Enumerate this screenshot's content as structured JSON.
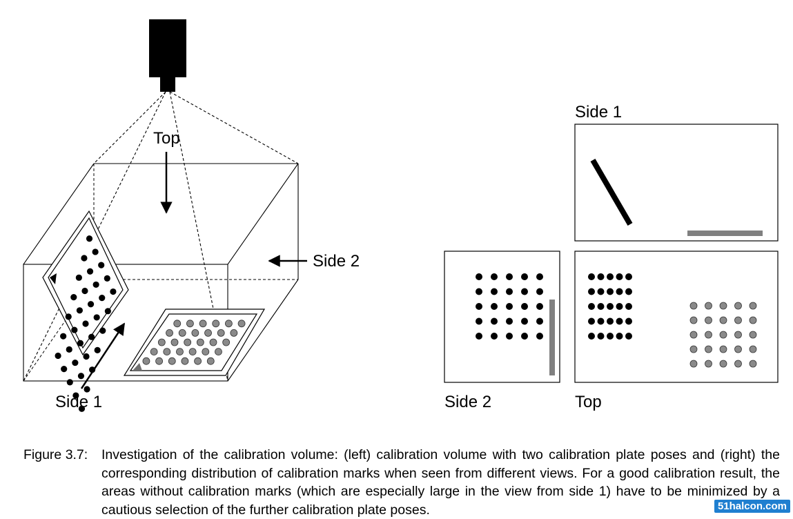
{
  "figure": {
    "left": {
      "label_top": "Top",
      "label_side1": "Side 1",
      "label_side2": "Side 2"
    },
    "views": {
      "side1": {
        "label": "Side 1"
      },
      "side2": {
        "label": "Side 2"
      },
      "top": {
        "label": "Top"
      }
    },
    "colors": {
      "marks_pose1": "#000000",
      "marks_pose2": "#8a8a8a",
      "plate_edge": "#808080"
    },
    "caption": {
      "number": "Figure 3.7:",
      "text": "Investigation of the calibration volume: (left) calibration volume with two calibration plate poses and (right) the corresponding distribution of calibration marks when seen from different views. For a good calibration result, the areas without calibration marks (which are especially large in the view from side 1) have to be minimized by a cautious selection of the further calibration plate poses."
    }
  },
  "watermark": "51halcon.com"
}
